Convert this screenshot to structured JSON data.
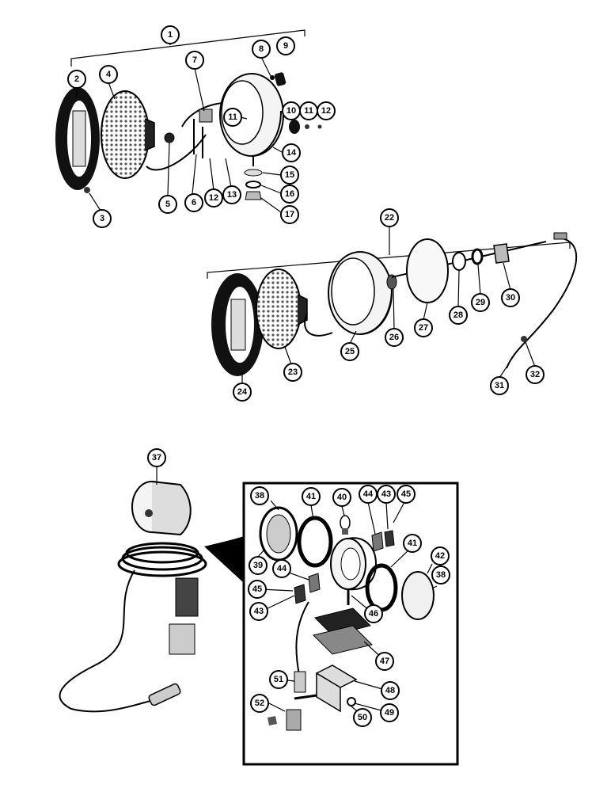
{
  "callouts": [
    "1",
    "2",
    "3",
    "4",
    "5",
    "6",
    "7",
    "8",
    "9",
    "10",
    "11",
    "11",
    "12",
    "12",
    "13",
    "14",
    "15",
    "16",
    "17",
    "22",
    "23",
    "24",
    "25",
    "26",
    "27",
    "28",
    "29",
    "30",
    "31",
    "32",
    "37",
    "38",
    "38",
    "39",
    "40",
    "41",
    "41",
    "42",
    "43",
    "43",
    "44",
    "44",
    "45",
    "45",
    "46",
    "47",
    "48",
    "49",
    "50",
    "51",
    "52"
  ]
}
